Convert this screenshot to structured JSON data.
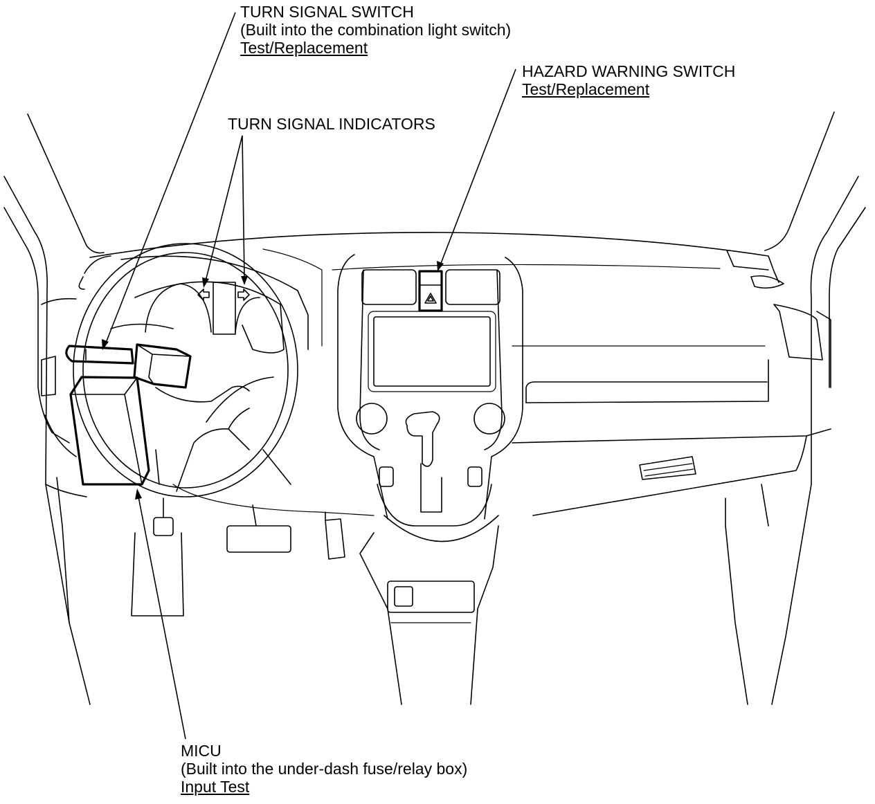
{
  "labels": {
    "turn_signal_switch": {
      "title": "TURN SIGNAL SWITCH",
      "note": "(Built into the combination light switch)",
      "link": "Test/Replacement"
    },
    "hazard_warning_switch": {
      "title": "HAZARD WARNING SWITCH",
      "link": "Test/Replacement"
    },
    "turn_signal_indicators": {
      "title": "TURN SIGNAL INDICATORS"
    },
    "micu": {
      "title": "MICU",
      "note": "(Built into the under-dash fuse/relay box)",
      "link": "Input Test"
    }
  },
  "icons": {
    "left_indicator": "left-arrow-icon",
    "right_indicator": "right-arrow-icon",
    "hazard": "warning-triangle-icon"
  }
}
